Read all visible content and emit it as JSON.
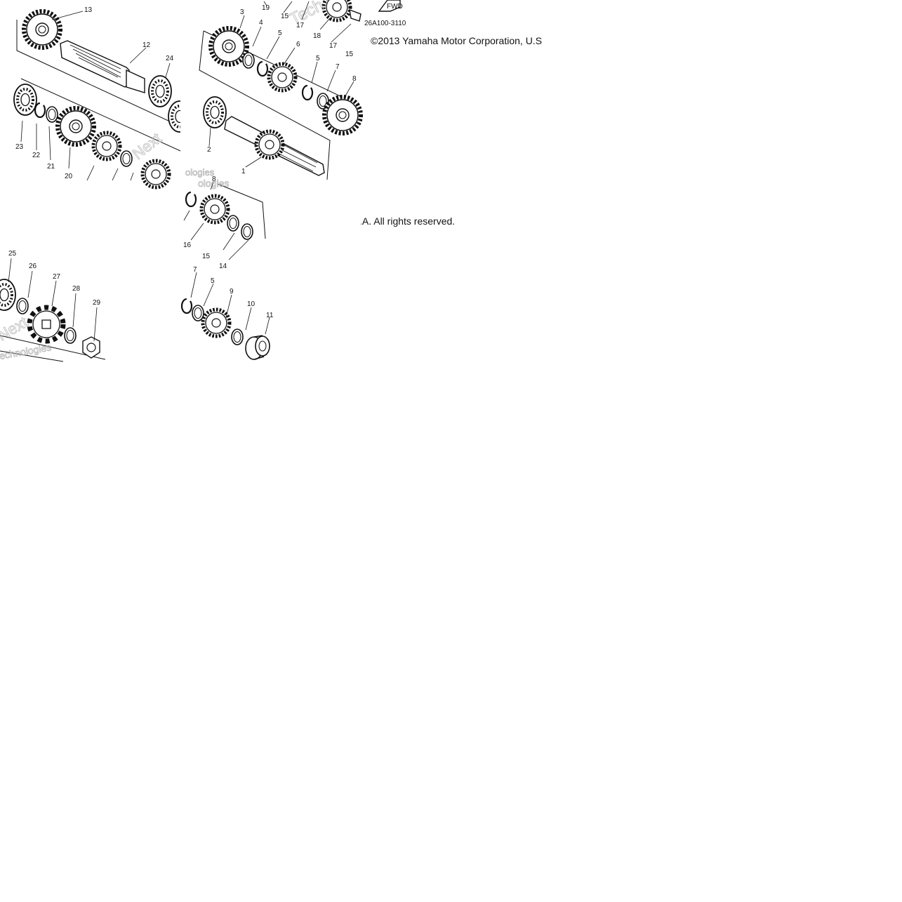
{
  "copyright_line_1": "©2013 Yamaha Motor Corporation, U.S",
  "copyright_line_2": ".A. All rights reserved.",
  "drawing_code": "26A100-3110",
  "fwd_arrow_text": "FWD",
  "watermark_words": [
    "Tech",
    "Next",
    "ologies",
    "echnologies",
    "ologies"
  ],
  "callouts": {
    "c1": "1",
    "c2": "2",
    "c3": "3",
    "c4": "4",
    "c5a": "5",
    "c5b": "5",
    "c5c": "5",
    "c6": "6",
    "c7a": "7",
    "c7b": "7",
    "c8a": "8",
    "c8b": "8",
    "c9": "9",
    "c10": "10",
    "c11": "11",
    "c12": "12",
    "c13": "13",
    "c14": "14",
    "c15a": "15",
    "c15b": "15",
    "c15c": "15",
    "c16": "16",
    "c17a": "17",
    "c17b": "17",
    "c18": "18",
    "c19": "19",
    "c20": "20",
    "c21": "21",
    "c22": "22",
    "c23": "23",
    "c24": "24",
    "c25": "25",
    "c26": "26",
    "c27": "27",
    "c28": "28",
    "c29": "29"
  }
}
